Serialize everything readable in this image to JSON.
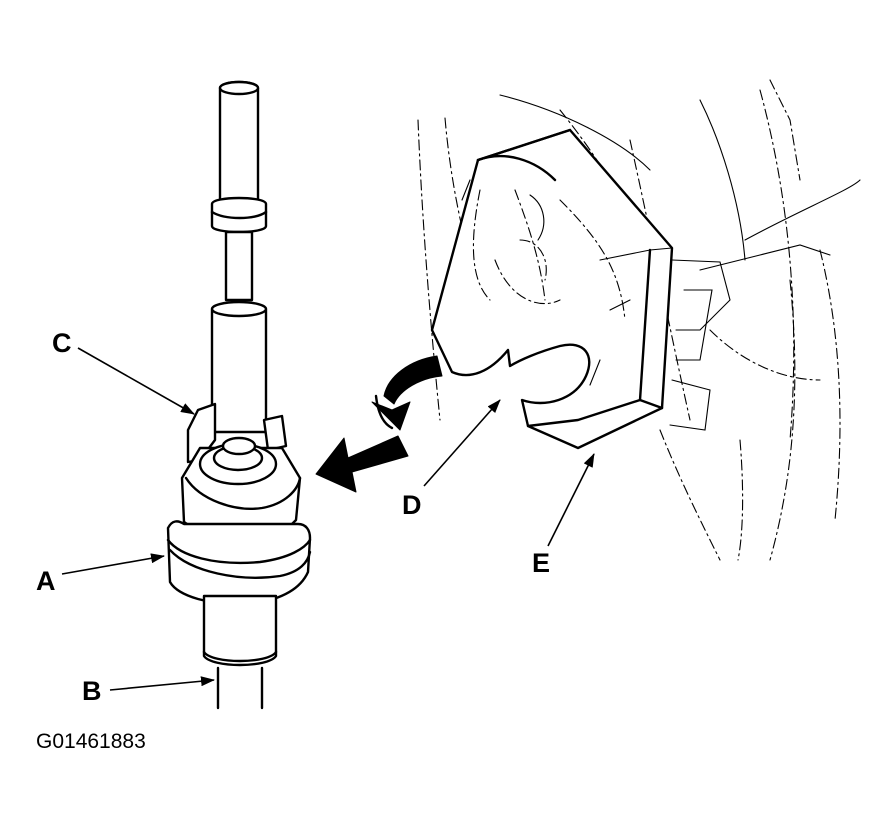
{
  "labels": {
    "a": "A",
    "b": "B",
    "c": "C",
    "d": "D",
    "e": "E"
  },
  "figure_code": "G01461883",
  "icons": [
    "cable-end-part",
    "bracket-part",
    "rotate-arrow-icon",
    "direction-arrow-icon",
    "leader-arrow-icon"
  ]
}
